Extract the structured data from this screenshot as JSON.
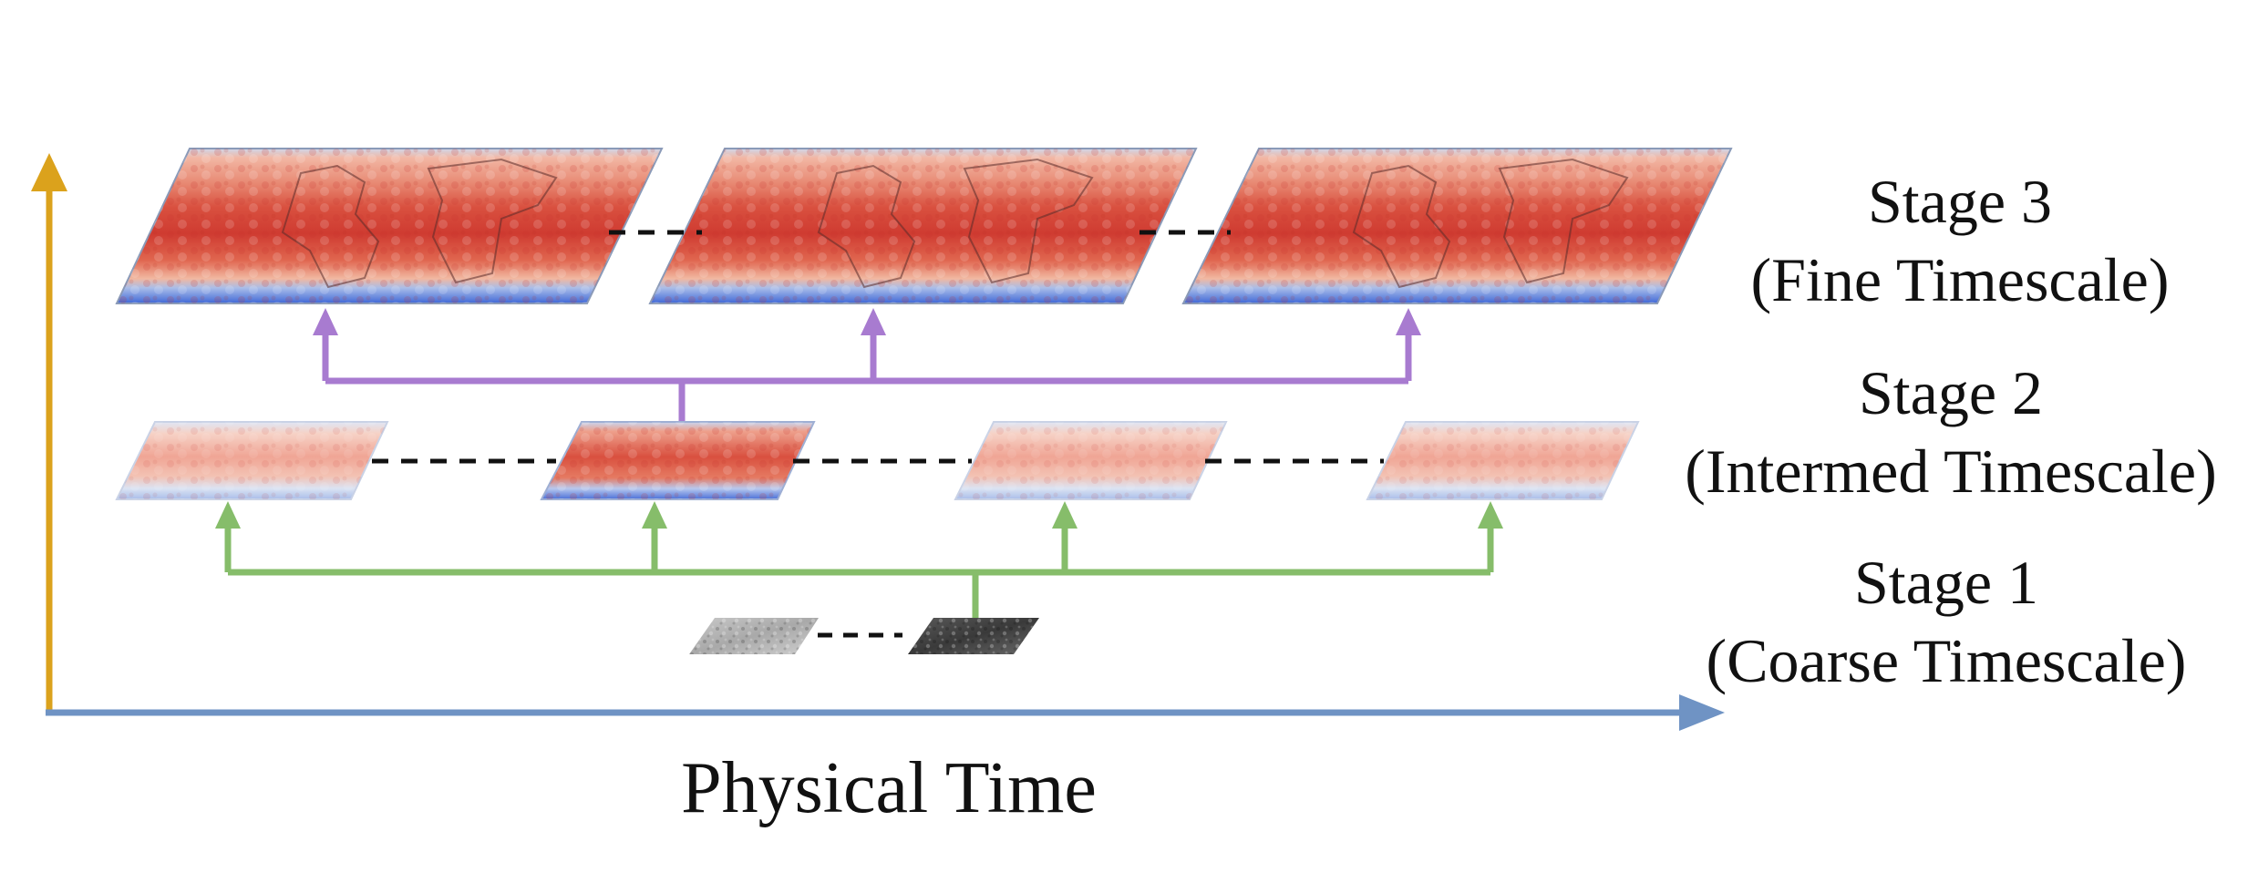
{
  "stages": [
    {
      "title": "Stage 3",
      "subtitle": "(Fine Timescale)"
    },
    {
      "title": "Stage 2",
      "subtitle": "(Intermed Timescale)"
    },
    {
      "title": "Stage 1",
      "subtitle": "(Coarse Timescale)"
    }
  ],
  "axis": {
    "x_label": "Physical Time"
  },
  "colors": {
    "vertical_axis": "#dba21c",
    "time_axis": "#6f93c4",
    "stage3_connector": "#a87bd0",
    "stage2_connector": "#86bd6a",
    "map_warm": "#d8413a",
    "map_cold": "#4a6fd8"
  },
  "icons": {
    "map": "world-temperature-map",
    "noise": "noise-patch"
  }
}
